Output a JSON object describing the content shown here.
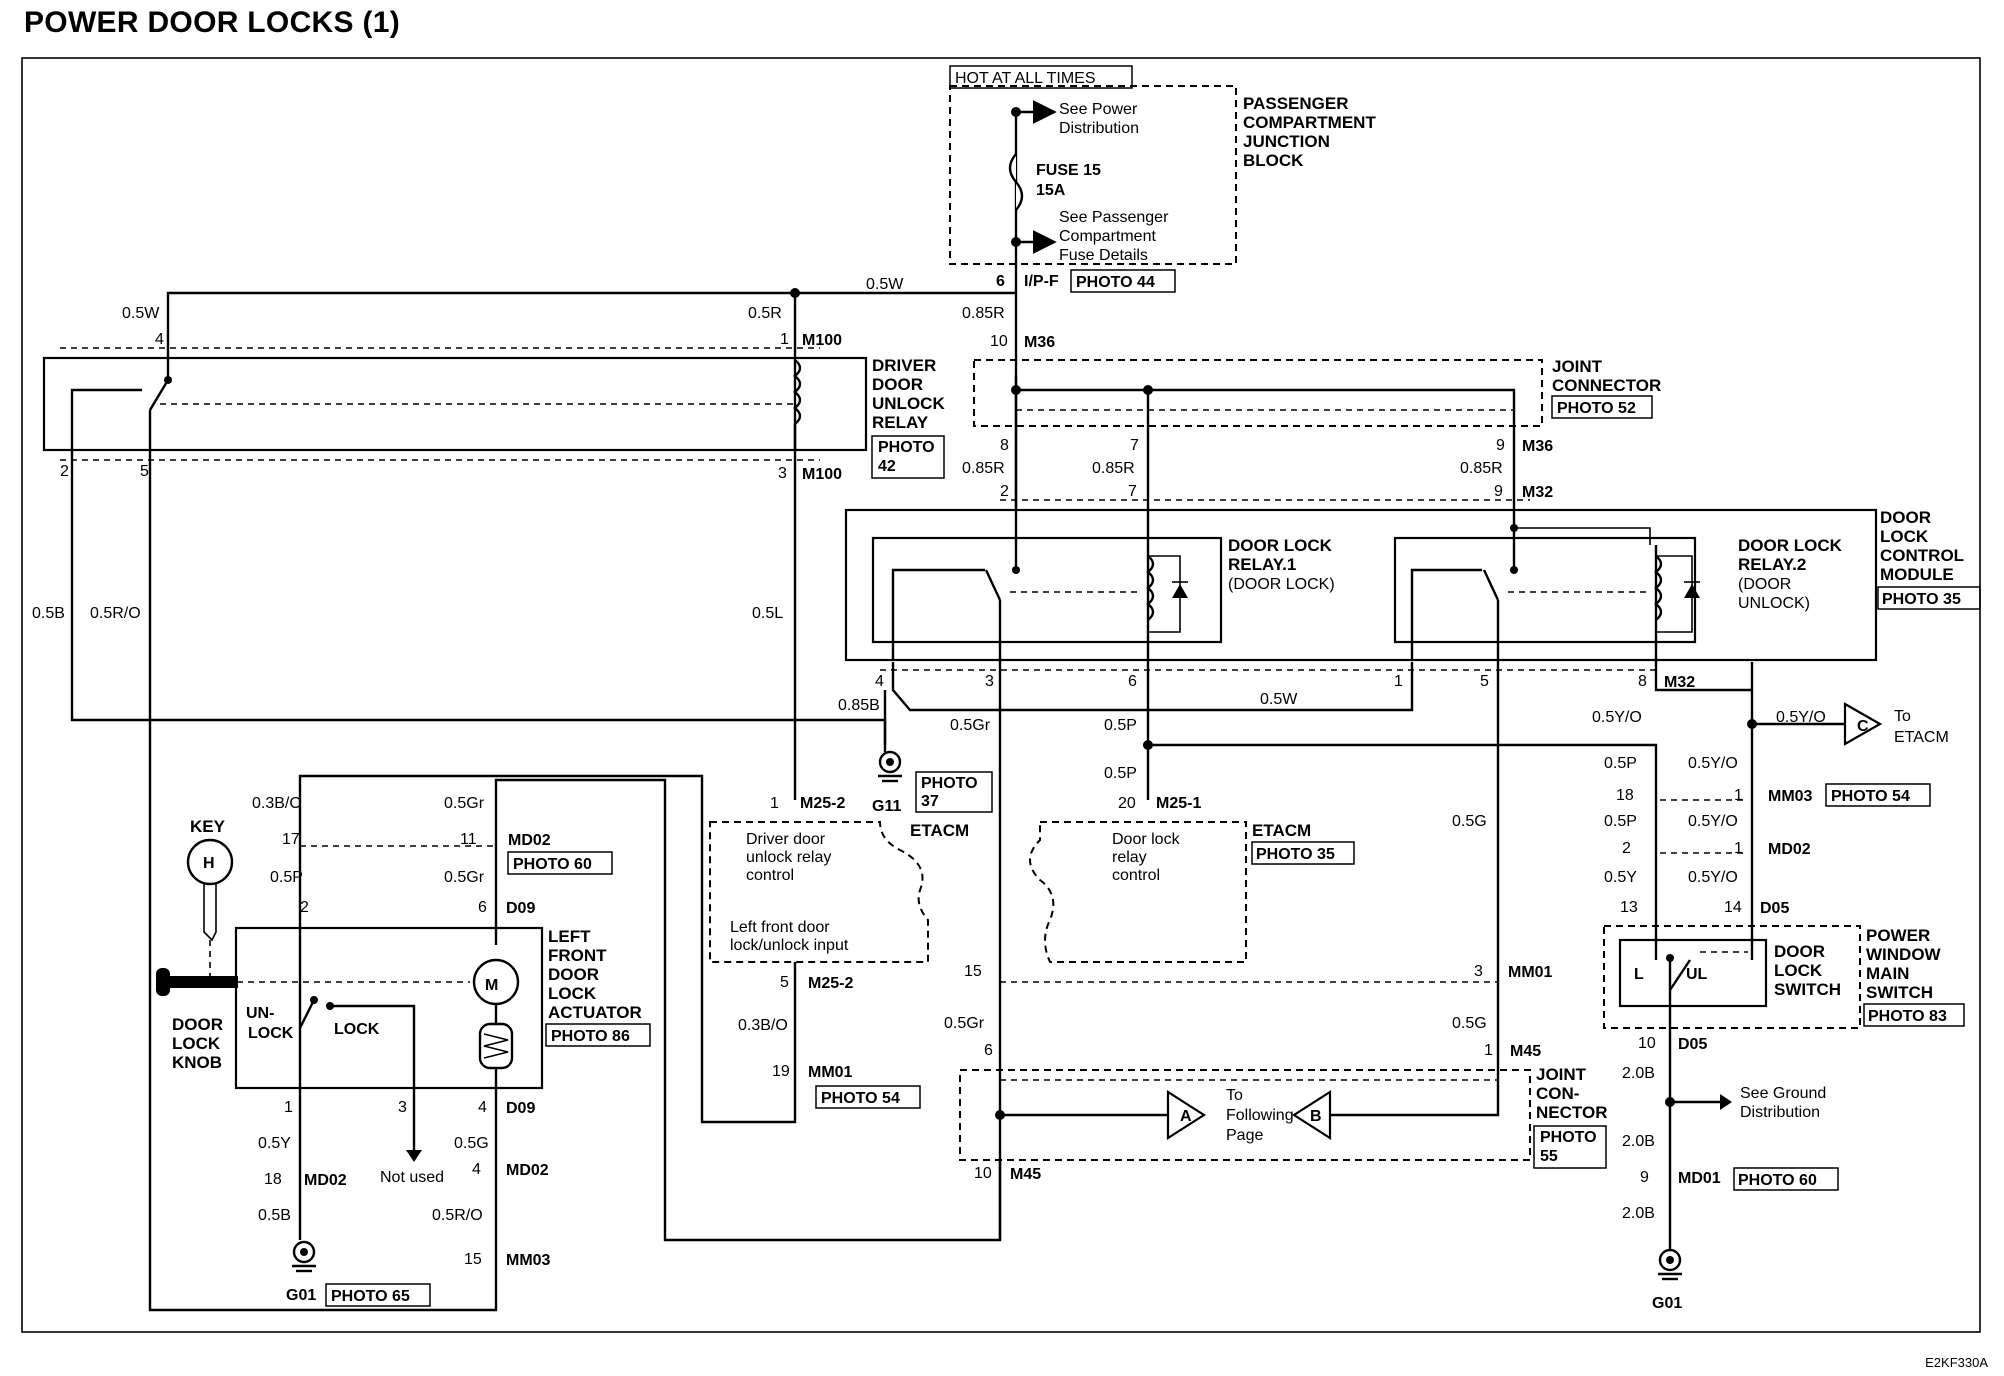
{
  "title": "POWER DOOR LOCKS (1)",
  "diagram_code": "E2KF330A",
  "top": {
    "hot": "HOT AT ALL TIMES",
    "see_power_1": "See Power",
    "see_power_2": "Distribution",
    "fuse_1": "FUSE 15",
    "fuse_2": "15A",
    "see_pass_1": "See Passenger",
    "see_pass_2": "Compartment",
    "see_pass_3": "Fuse Details",
    "pcjb_1": "PASSENGER",
    "pcjb_2": "COMPARTMENT",
    "pcjb_3": "JUNCTION",
    "pcjb_4": "BLOCK",
    "ipf_pin": "6",
    "ipf": "I/P-F",
    "photo44": "PHOTO 44"
  },
  "wires": {
    "w05W_top": "0.5W",
    "w05W_left": "0.5W",
    "w05R": "0.5R",
    "w085R_main": "0.85R",
    "w085R_a": "0.85R",
    "w085R_b": "0.85R",
    "w085R_c": "0.85R",
    "w05B": "0.5B",
    "w05RO": "0.5R/O",
    "w05L": "0.5L",
    "w085B": "0.85B",
    "w05Gr_mid": "0.5Gr",
    "w05P_mid1": "0.5P",
    "w05P_mid2": "0.5P",
    "w05W_mid": "0.5W",
    "w05YO_a": "0.5Y/O",
    "w05YO_b": "0.5Y/O",
    "w05YO_c": "0.5Y/O",
    "w05YO_d": "0.5Y/O",
    "w05YO_e": "0.5Y/O",
    "w05P_r1": "0.5P",
    "w05P_r2": "0.5P",
    "w05Y_r": "0.5Y",
    "w05G_r1": "0.5G",
    "w05G_r2": "0.5G",
    "w20B_1": "2.0B",
    "w20B_2": "2.0B",
    "w20B_3": "2.0B",
    "w03BO_l": "0.3B/O",
    "w05P_l": "0.5P",
    "w05Gr_l1": "0.5Gr",
    "w05Gr_l2": "0.5Gr",
    "w05Y_l": "0.5Y",
    "w05B_l": "0.5B",
    "w05G_l": "0.5G",
    "w05RO_l": "0.5R/O",
    "w03BO_m": "0.3B/O",
    "w05Gr_m": "0.5Gr"
  },
  "connectors": {
    "m100": "M100",
    "m100b": "M100",
    "m36": "M36",
    "m36b": "M36",
    "m32": "M32",
    "m32b": "M32",
    "m252": "M25-2",
    "m252b": "M25-2",
    "m251": "M25-1",
    "mm01": "MM01",
    "mm01b": "MM01",
    "m45": "M45",
    "m45b": "M45",
    "mm03": "MM03",
    "mm03b": "MM03",
    "md02a": "MD02",
    "md02b": "MD02",
    "md02c": "MD02",
    "md02d": "MD02",
    "d09a": "D09",
    "d09b": "D09",
    "d05a": "D05",
    "d05b": "D05",
    "md01": "MD01",
    "g11": "G11",
    "g01a": "G01",
    "g01b": "G01"
  },
  "pins": {
    "p4a": "4",
    "p1a": "1",
    "p2a": "2",
    "p5a": "5",
    "p3a": "3",
    "p10": "10",
    "p8": "8",
    "p7": "7",
    "p9": "9",
    "p2b": "2",
    "p7b": "7",
    "p9b": "9",
    "p4b": "4",
    "p3b": "3",
    "p6b": "6",
    "p1b": "1",
    "p5b": "5",
    "p8b": "8",
    "p1c": "1",
    "p20": "20",
    "p5c": "5",
    "p19": "19",
    "p15": "15",
    "p3c": "3",
    "p6c": "6",
    "p1d": "1",
    "p10b": "10",
    "p18": "18",
    "p1e": "1",
    "p2c": "2",
    "p1f": "1",
    "p13": "13",
    "p14": "14",
    "p10c": "10",
    "p9c": "9",
    "p17": "17",
    "p11": "11",
    "p2d": "2",
    "p6d": "6",
    "p1g": "1",
    "p3d": "3",
    "p4c": "4",
    "p18b": "18",
    "p4d": "4",
    "p15b": "15"
  },
  "components": {
    "relay_1": "DRIVER",
    "relay_2": "DOOR",
    "relay_3": "UNLOCK",
    "relay_4": "RELAY",
    "photo42_1": "PHOTO",
    "photo42_2": "42",
    "joint_1": "JOINT",
    "joint_2": "CONNECTOR",
    "photo52": "PHOTO 52",
    "dlcm_1": "DOOR",
    "dlcm_2": "LOCK",
    "dlcm_3": "CONTROL",
    "dlcm_4": "MODULE",
    "photo35a": "PHOTO 35",
    "r1_1": "DOOR LOCK",
    "r1_2": "RELAY.1",
    "r1_3": "(DOOR LOCK)",
    "r2_1": "DOOR LOCK",
    "r2_2": "RELAY.2",
    "r2_3": "(DOOR",
    "r2_4": "UNLOCK)",
    "photo37_1": "PHOTO",
    "photo37_2": "37",
    "etacm_a": "ETACM",
    "etacm_a_1": "Driver door",
    "etacm_a_2": "unlock relay",
    "etacm_a_3": "control",
    "etacm_a_4": "Left front door",
    "etacm_a_5": "lock/unlock input",
    "etacm_b": "ETACM",
    "photo35b": "PHOTO 35",
    "etacm_b_1": "Door lock",
    "etacm_b_2": "relay",
    "etacm_b_3": "control",
    "photo54a": "PHOTO 54",
    "photo54b": "PHOTO 54",
    "to_etacm_1": "To",
    "to_etacm_2": "ETACM",
    "c": "C",
    "jc2_1": "JOINT",
    "jc2_2": "CON-",
    "jc2_3": "NECTOR",
    "photo55_1": "PHOTO",
    "photo55_2": "55",
    "tf_1": "To",
    "tf_2": "Following",
    "tf_3": "Page",
    "a": "A",
    "b": "B",
    "pwms_1": "POWER",
    "pwms_2": "WINDOW",
    "pwms_3": "MAIN",
    "pwms_4": "SWITCH",
    "photo83": "PHOTO 83",
    "dls_1": "DOOR",
    "dls_2": "LOCK",
    "dls_3": "SWITCH",
    "l": "L",
    "ul": "UL",
    "see_gnd_1": "See Ground",
    "see_gnd_2": "Distribution",
    "photo60a": "PHOTO 60",
    "photo60b": "PHOTO 60",
    "photo65": "PHOTO 65",
    "key": "KEY",
    "h": "H",
    "m": "M",
    "knob_1": "DOOR",
    "knob_2": "LOCK",
    "knob_3": "KNOB",
    "unlock_1": "UN-",
    "unlock_2": "LOCK",
    "lock": "LOCK",
    "act_1": "LEFT",
    "act_2": "FRONT",
    "act_3": "DOOR",
    "act_4": "LOCK",
    "act_5": "ACTUATOR",
    "photo86": "PHOTO 86",
    "not_used": "Not used"
  }
}
